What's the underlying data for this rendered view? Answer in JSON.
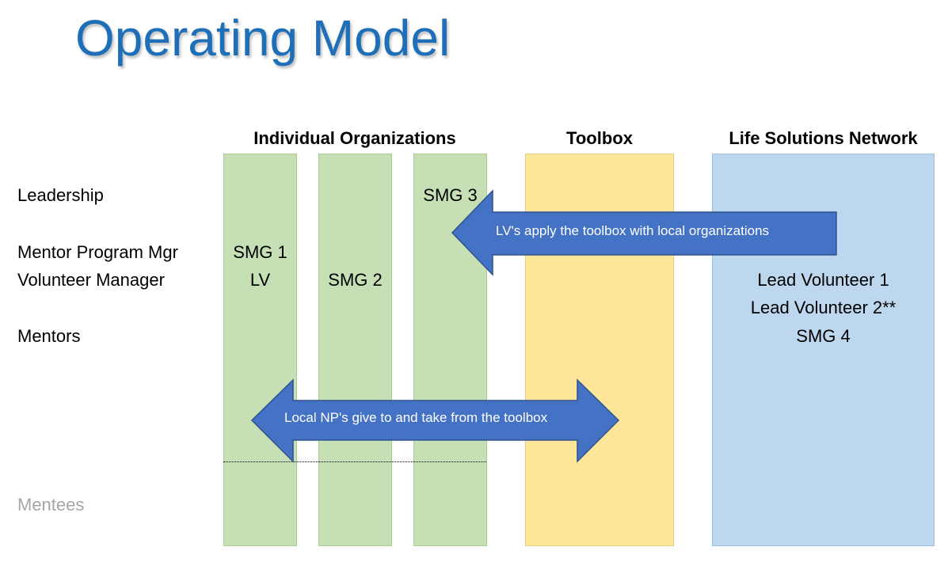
{
  "title": "Operating Model",
  "columns": {
    "individual_organizations": "Individual Organizations",
    "toolbox": "Toolbox",
    "life_solutions_network": "Life Solutions Network"
  },
  "rows": {
    "leadership": "Leadership",
    "mentor_program_mgr": "Mentor Program Mgr",
    "volunteer_manager": "Volunteer Manager",
    "mentors": "Mentors",
    "mentees": "Mentees"
  },
  "cells": {
    "smg1": "SMG 1",
    "lv": "LV",
    "smg2": "SMG 2",
    "smg3": "SMG 3",
    "lead_volunteer_1": "Lead Volunteer 1",
    "lead_volunteer_2": "Lead Volunteer 2**",
    "smg4": "SMG 4"
  },
  "arrows": {
    "apply": "LV's apply the toolbox with local organizations",
    "give_take": "Local NP's give to and take from the toolbox"
  },
  "colors": {
    "title": "#1f6fb8",
    "org_column": "#c6dfb4",
    "toolbox_column": "#fde69a",
    "network_column": "#bdd7ee",
    "arrow_fill": "#4472c4",
    "arrow_stroke": "#2f528f"
  }
}
